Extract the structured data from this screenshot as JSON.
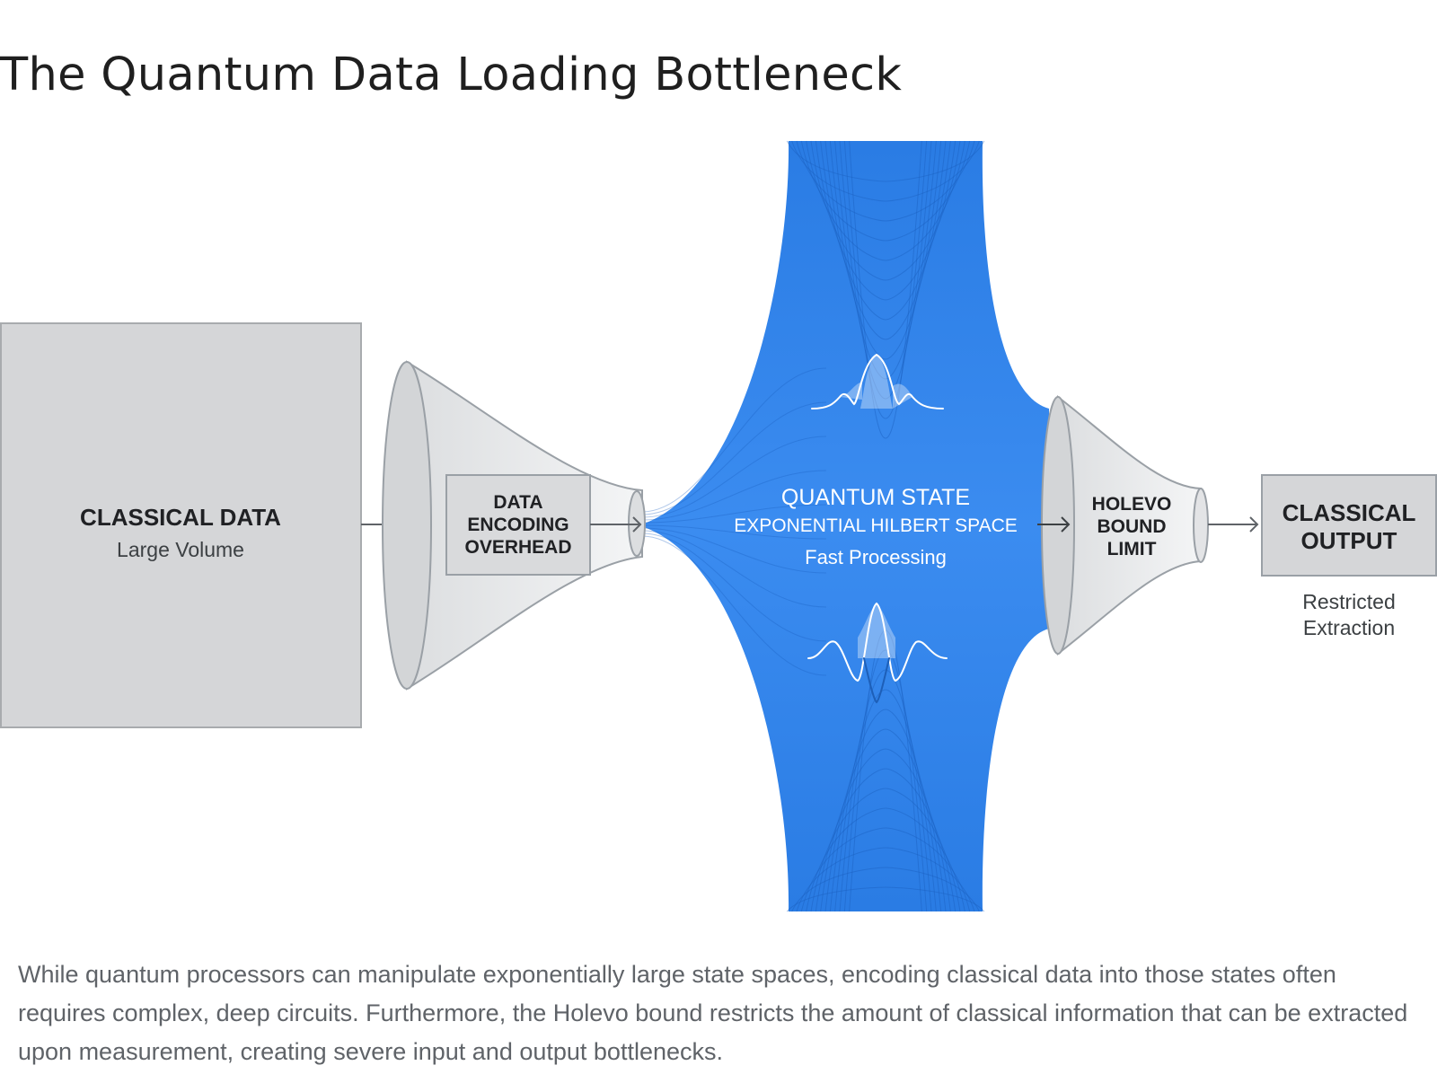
{
  "title": "The Quantum Data Loading Bottleneck",
  "diagram": {
    "classical_data": {
      "title": "CLASSICAL DATA",
      "subtitle": "Large Volume"
    },
    "encoding": {
      "line1": "DATA",
      "line2": "ENCODING",
      "line3": "OVERHEAD"
    },
    "quantum_state": {
      "title": "QUANTUM STATE",
      "subtitle": "EXPONENTIAL HILBERT SPACE",
      "note": "Fast Processing"
    },
    "holevo": {
      "line1": "HOLEVO",
      "line2": "BOUND",
      "line3": "LIMIT"
    },
    "classical_output": {
      "line1": "CLASSICAL",
      "line2": "OUTPUT",
      "note1": "Restricted",
      "note2": "Extraction"
    },
    "colors": {
      "quantum_blue": "#2f80e6",
      "box_gray": "#d5d6d8",
      "funnel_gray": "#e9eaeb",
      "outline_gray": "#9aa0a6"
    },
    "icons": [
      "arrow-right-icon",
      "wave-packet-icon"
    ]
  },
  "caption": "While quantum processors can manipulate exponentially large state spaces, encoding classical data into those states often requires complex, deep circuits. Furthermore, the Holevo bound restricts the amount of classical information that can be extracted upon measurement, creating severe input and output bottlenecks."
}
